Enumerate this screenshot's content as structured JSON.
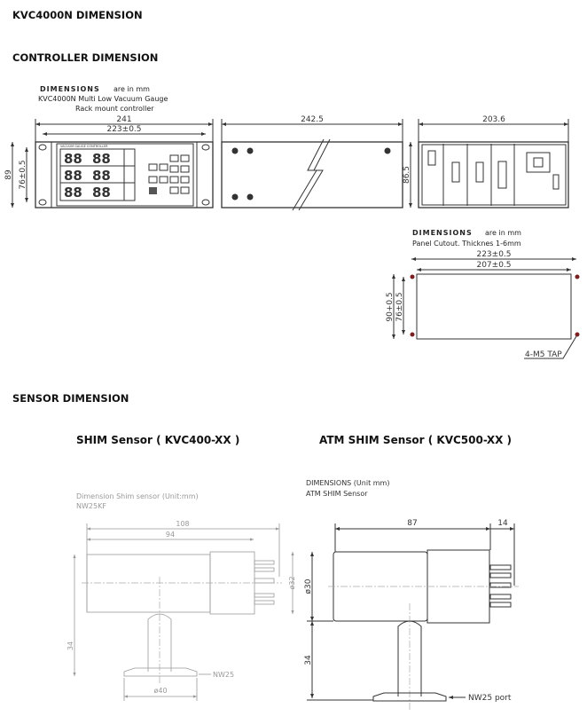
{
  "page_title": "KVC4000N DIMENSION",
  "controller": {
    "heading": "CONTROLLER DIMENSION",
    "front": {
      "note_bold": "DIMENSIONS",
      "note_rest": "are in mm",
      "model": "KVC4000N Multi Low Vacuum Gauge",
      "type": "Rack mount controller",
      "width_overall": "241",
      "width_holes": "223±0.5",
      "height_overall": "89",
      "height_holes": "76±0.5",
      "panel_label": "VACUUM GAUGE CONTROLLER"
    },
    "side": {
      "depth": "242.5"
    },
    "rear": {
      "width": "203.6",
      "height": "86.5"
    },
    "cutout": {
      "note_bold": "DIMENSIONS",
      "note_rest": "are in mm",
      "subtitle": "Panel Cutout. Thicknes 1-6mm",
      "width_holes": "223±0.5",
      "width_cut": "207±0.5",
      "height_cut": "90+0.5",
      "height_holes": "76±0.5",
      "tap": "4-M5 TAP"
    }
  },
  "sensor": {
    "heading": "SENSOR DIMENSION",
    "shim": {
      "title": "SHIM Sensor ( KVC400-XX )",
      "note1": "Dimension Shim sensor (Unit:mm)",
      "note2": "NW25KF",
      "len_total": "108",
      "len_body": "94",
      "dia": "ø32",
      "height": "34",
      "flange_dia": "ø40",
      "port": "NW25"
    },
    "atm": {
      "title": "ATM SHIM Sensor ( KVC500-XX )",
      "note1": "DIMENSIONS (Unit mm)",
      "note2": "ATM SHIM Sensor",
      "len_body": "87",
      "len_pins": "14",
      "dia": "ø30",
      "height": "34",
      "port": "NW25 port"
    }
  }
}
